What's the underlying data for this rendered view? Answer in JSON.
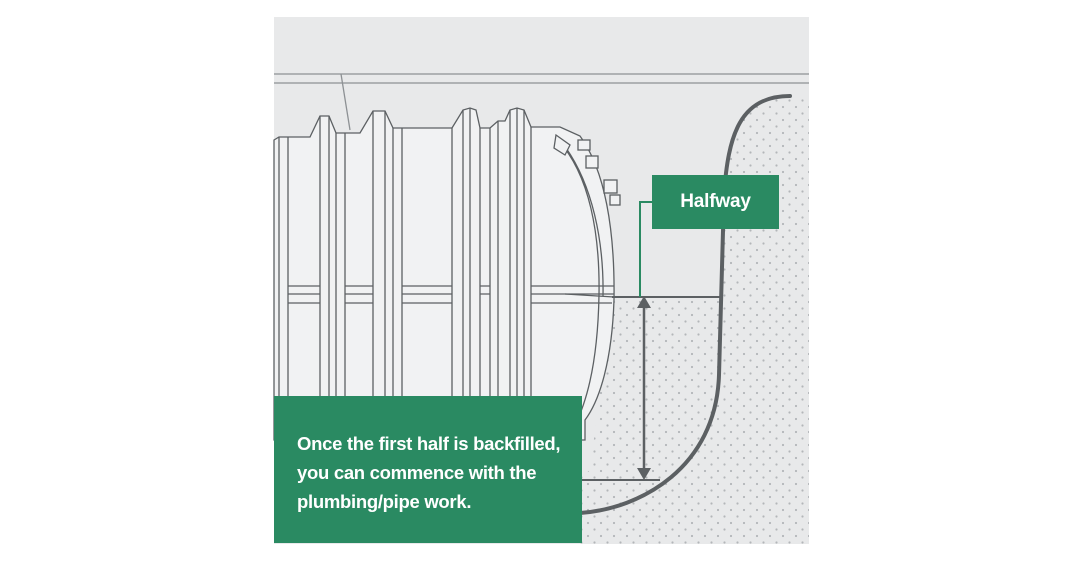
{
  "colors": {
    "accent": "#2a8a62",
    "panel_bg": "#e8e9ea",
    "soil_dots": "#b3b6b9",
    "outline": "#5c6063",
    "tank_fill": "#f1f2f3"
  },
  "labels": {
    "halfway": "Halfway",
    "note_lines": [
      "Once the first half is backfilled,",
      "you can commence with the",
      "plumbing/pipe work."
    ]
  }
}
